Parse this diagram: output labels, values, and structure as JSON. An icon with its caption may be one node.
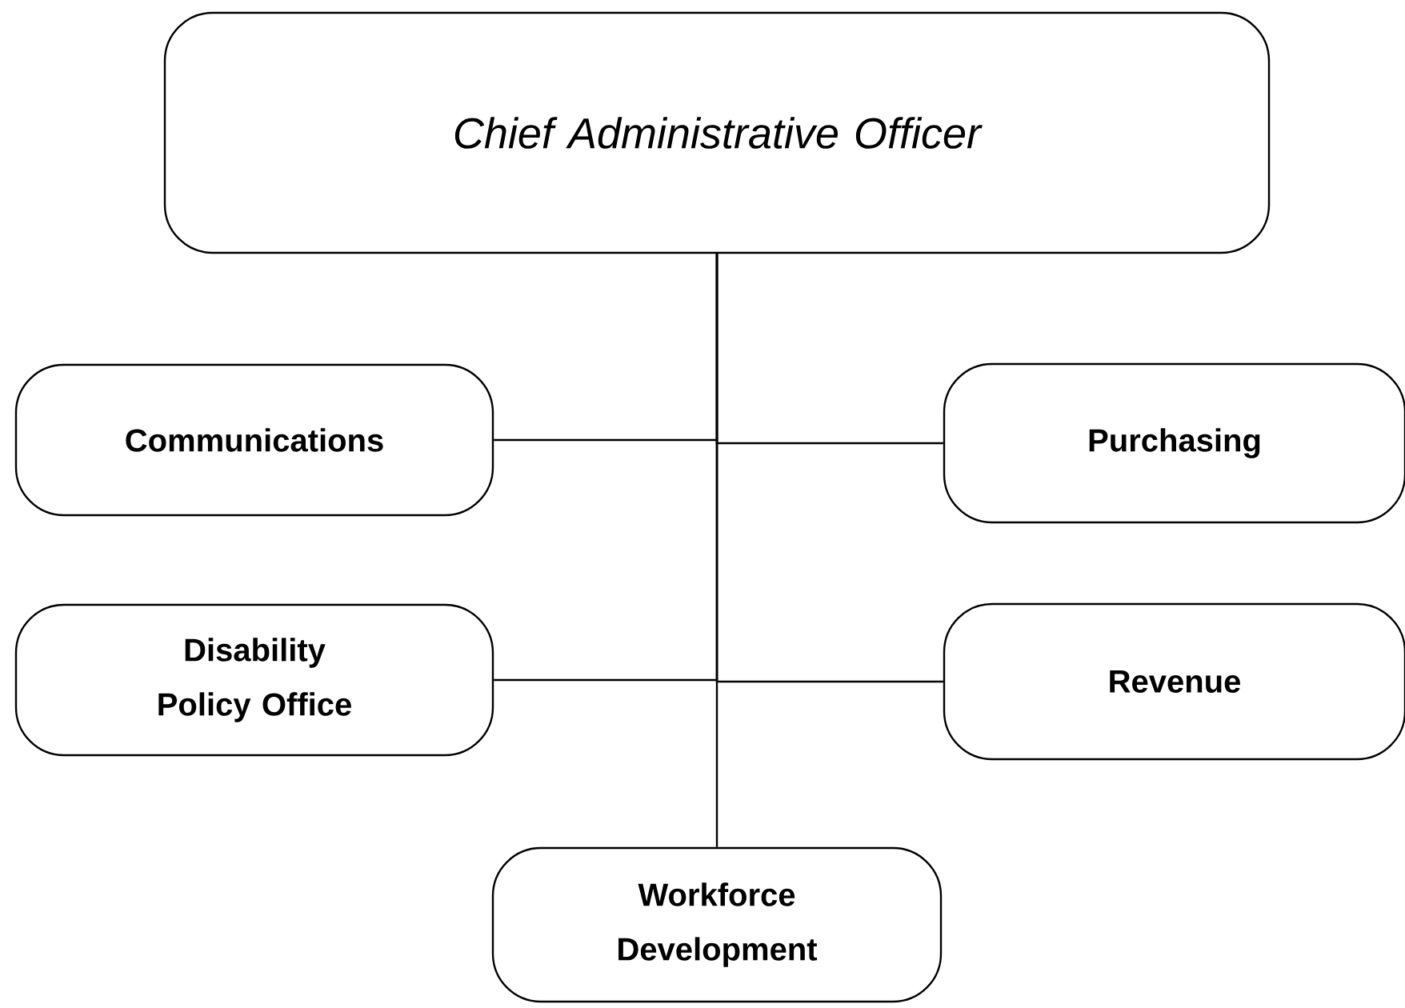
{
  "diagram": {
    "nodes": [
      {
        "text": [
          "Chief Administrative Officer"
        ]
      },
      {
        "text": [
          "Communications"
        ]
      },
      {
        "text": [
          "Purchasing"
        ]
      },
      {
        "text": [
          "Disability Policy Office"
        ]
      },
      {
        "text": [
          "Revenue"
        ]
      },
      {
        "text": [
          "Workforce Development"
        ]
      }
    ],
    "edges": [
      {
        "from": 0,
        "to": 1,
        "arrow": "none"
      },
      {
        "from": 0,
        "to": 2,
        "arrow": "none"
      },
      {
        "from": 0,
        "to": 3,
        "arrow": "none"
      },
      {
        "from": 0,
        "to": 4,
        "arrow": "none"
      },
      {
        "from": 0,
        "to": 5,
        "arrow": "none"
      }
    ]
  }
}
